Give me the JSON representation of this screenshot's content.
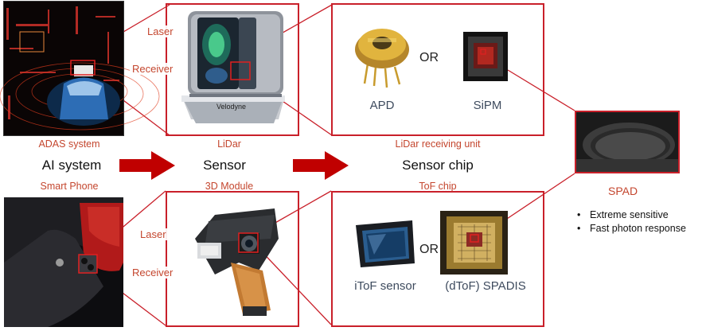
{
  "top_row": {
    "app_label": "ADAS system",
    "module_label": "LiDar",
    "chip_label": "LiDar receiving unit",
    "laser": "Laser",
    "receiver": "Receiver",
    "brand": "Velodyne",
    "apd": "APD",
    "sipm": "SiPM",
    "or": "OR"
  },
  "middle_row": {
    "app": "AI system",
    "module": "Sensor",
    "chip": "Sensor chip"
  },
  "bottom_row": {
    "app_label": "Smart Phone",
    "module_label": "3D Module",
    "chip_label": "ToF chip",
    "laser": "Laser",
    "receiver": "Receiver",
    "itof": "iToF sensor",
    "dtof": "(dToF) SPADIS",
    "or": "OR"
  },
  "spad": {
    "label": "SPAD",
    "bullets": [
      "Extreme sensitive",
      "Fast photon response"
    ]
  },
  "colors": {
    "accent_red": "#c9202a",
    "label_red": "#c4462e",
    "arrow_red": "#c00000"
  }
}
